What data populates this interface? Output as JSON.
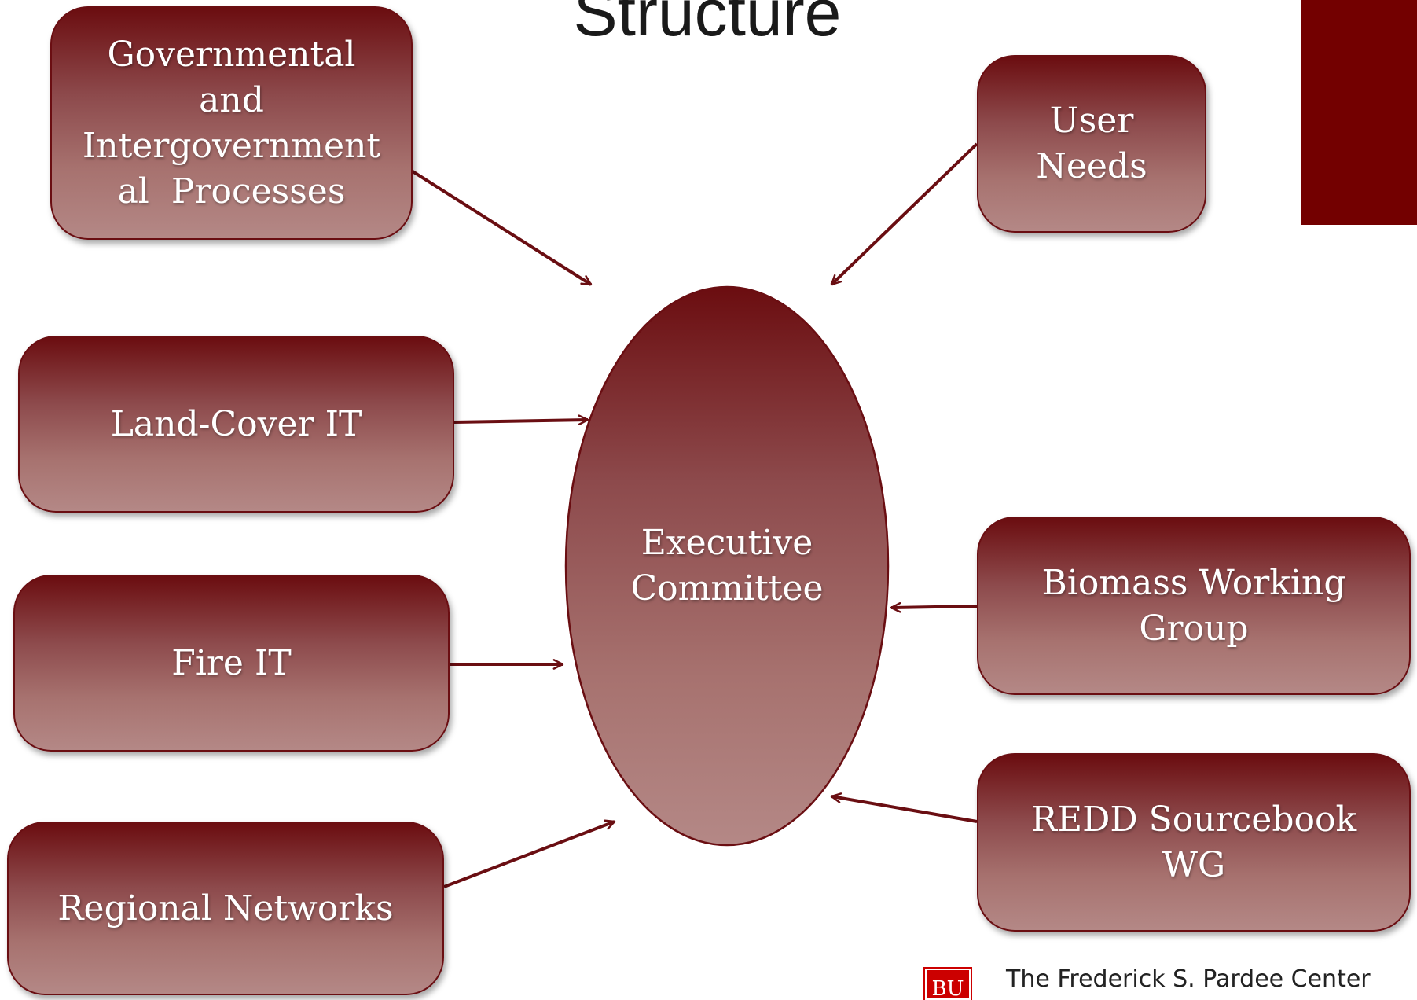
{
  "title": "Structure",
  "center": {
    "label_line1": "Executive",
    "label_line2": "Committee"
  },
  "nodes": {
    "governmental": {
      "line1": "Governmental",
      "line2": "and",
      "line3": "Intergovernment",
      "line4": "al  Processes"
    },
    "user_needs": {
      "line1": "User",
      "line2": "Needs"
    },
    "land_cover": {
      "label": "Land-Cover IT"
    },
    "fire": {
      "label": "Fire IT"
    },
    "regional": {
      "label": "Regional Networks"
    },
    "biomass": {
      "line1": "Biomass Working",
      "line2": "Group"
    },
    "redd": {
      "line1": "REDD Sourcebook",
      "line2": "WG"
    }
  },
  "footer": {
    "logo_text": "BU",
    "text": "The Frederick S. Pardee Center"
  },
  "colors": {
    "accent": "#730000",
    "box_top": "#6b0d10",
    "box_bottom": "#b48886",
    "arrow": "#6a0e12"
  }
}
